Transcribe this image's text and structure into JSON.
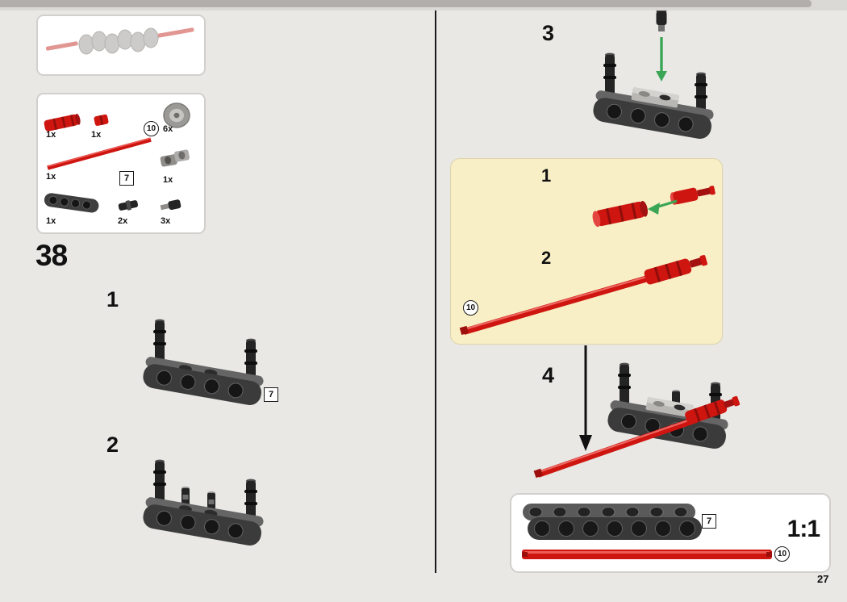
{
  "page_number": "27",
  "step_number": "38",
  "colors": {
    "lego_red": "#ce1510",
    "lego_dark_gray": "#3b3b3b",
    "insert_arrow_green": "#3aa655",
    "callout_background": "#f9efc6",
    "progress_bar": "#b1aeab"
  },
  "parts_box": {
    "items": [
      {
        "name": "axle-connector-red",
        "count": "1x"
      },
      {
        "name": "bush-red",
        "count": "1x"
      },
      {
        "name": "wheel-gray",
        "count": "6x",
        "badge": "10"
      },
      {
        "name": "axle-long-red",
        "count": "1x"
      },
      {
        "name": "connector-gray",
        "count": "1x"
      },
      {
        "name": "beam-dark-gray",
        "count": "1x",
        "badge": "7"
      },
      {
        "name": "pin-connector-black",
        "count": "2x"
      },
      {
        "name": "axle-pin-black",
        "count": "3x"
      }
    ]
  },
  "substeps": [
    {
      "label": "1",
      "badge": "7"
    },
    {
      "label": "2"
    },
    {
      "label": "3"
    },
    {
      "label": "4"
    }
  ],
  "callout_steps": [
    {
      "label": "1"
    },
    {
      "label": "2",
      "badge": "10"
    }
  ],
  "scale_box": {
    "ratio": "1:1",
    "beam_badge": "7",
    "axle_badge": "10"
  }
}
